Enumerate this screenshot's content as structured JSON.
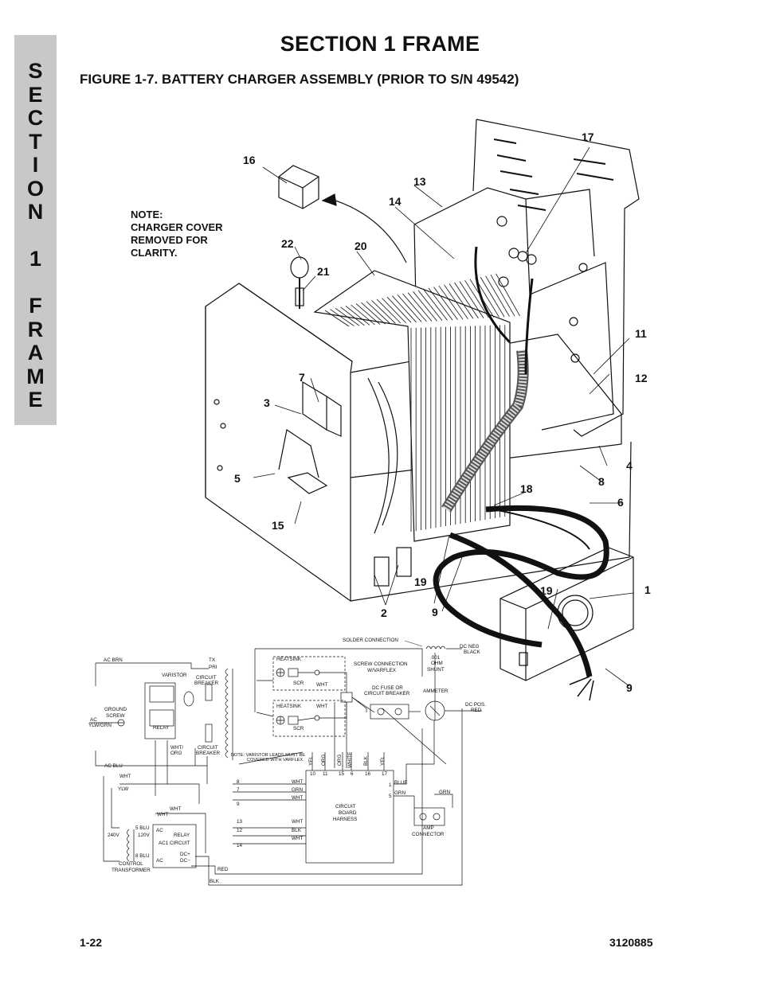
{
  "section_title": "SECTION 1  FRAME",
  "side_tab_letters": [
    "S",
    "E",
    "C",
    "T",
    "I",
    "O",
    "N",
    "",
    "1",
    "",
    "F",
    "R",
    "A",
    "M",
    "E"
  ],
  "figure_title": "FIGURE 1-7.    BATTERY CHARGER ASSEMBLY (PRIOR TO S/N 49542)",
  "note_lines": [
    "NOTE:",
    "CHARGER COVER",
    "REMOVED FOR",
    "CLARITY."
  ],
  "callouts": [
    "16",
    "13",
    "14",
    "17",
    "22",
    "20",
    "21",
    "11",
    "12",
    "7",
    "3",
    "4",
    "8",
    "5",
    "18",
    "6",
    "15",
    "19",
    "1",
    "19",
    "2",
    "9",
    "9"
  ],
  "schematic": {
    "top_labels": [
      "SOLDER CONNECTION",
      "DC NEG",
      "BLACK",
      ".001",
      "OHM",
      "SHUNT"
    ],
    "left_labels": [
      "AC BRN",
      "VARISTOR",
      "TX",
      "PRI",
      "CIRCUIT",
      "BREAKER",
      "GROUND",
      "SCREW",
      "AC",
      "YLW/GRN",
      "RELAY",
      "WHT/",
      "ORG",
      "CIRCUIT",
      "BREAKER",
      "AC BLU",
      "WHT",
      "YLW",
      "WHT",
      "WHT",
      "240V",
      "120V",
      "5  BLU",
      "8  BLU",
      "AC",
      "AC",
      "RELAY",
      "AC1  CIRCUIT",
      "DC+",
      "DC−",
      "CONTROL",
      "TRANSFORMER",
      "RED",
      "BLK"
    ],
    "middle_labels": [
      "HEATSINK",
      "SCR",
      "WHT",
      "SCREW CONNECTION",
      "W/VARFLEX",
      "DC FUSE OR",
      "CIRCUIT BREAKER",
      "HEATSINK",
      "WHT",
      "SCR",
      "AMMETER",
      "DC POS.",
      "RED",
      "NOTE: VARISTOR LEADS MUST BE",
      "COVERED WITH VARFLEX."
    ],
    "harness_wire_colors": [
      "YEL",
      "ORG",
      "ORG",
      "WHITE",
      "BLK",
      "YEL"
    ],
    "harness_pins_top": [
      "10",
      "11",
      "15",
      "6",
      "16",
      "17"
    ],
    "harness_label": [
      "CIRCUIT",
      "BOARD",
      "HARNESS"
    ],
    "harness_left_rows": [
      {
        "pin": "8",
        "color": "WHT"
      },
      {
        "pin": "7",
        "color": "GRN"
      },
      {
        "pin": "9",
        "color": "WHT"
      },
      {
        "pin": "13",
        "color": "WHT"
      },
      {
        "pin": "12",
        "color": "BLK"
      },
      {
        "pin": "14",
        "color": "WHT"
      }
    ],
    "harness_right_rows": [
      {
        "pin": "1",
        "color": "BLUE"
      },
      {
        "pin": "5",
        "color": "GRN"
      }
    ],
    "amp_connector": [
      "GRN",
      "AMP",
      "CONNECTOR"
    ]
  },
  "footer_left": "1-22",
  "footer_right": "3120885"
}
